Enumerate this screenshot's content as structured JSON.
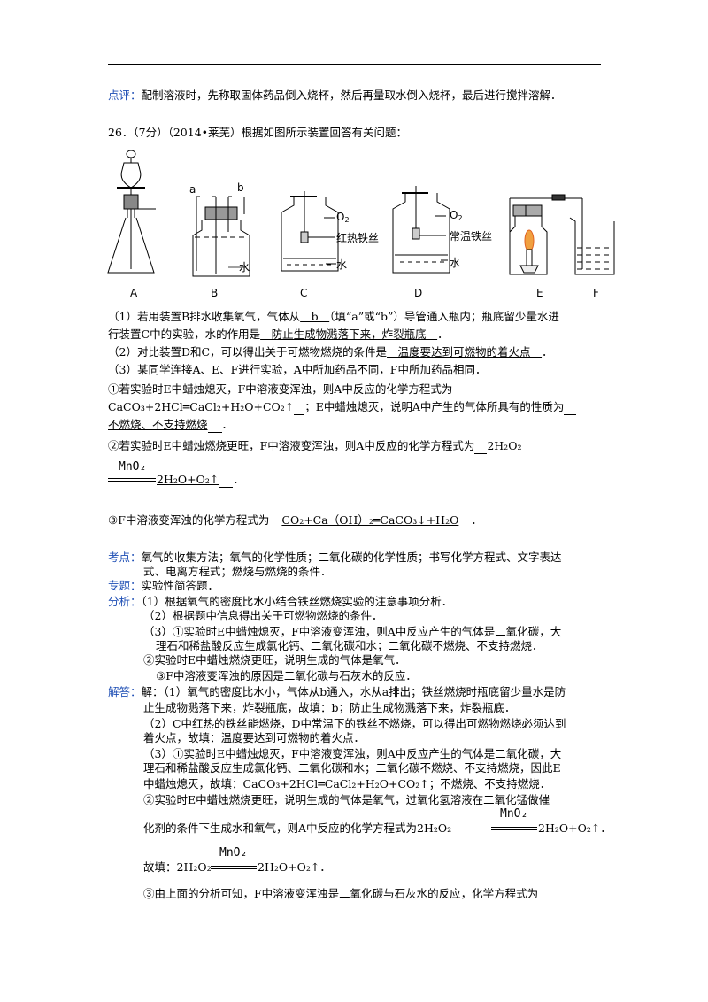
{
  "review": {
    "label": "点评：",
    "text": "配制溶液时，先称取固体药品倒入烧杯，然后再量取水倒入烧杯，最后进行搅拌溶解．"
  },
  "question": {
    "title": "26．（7分）（2014•莱芜）根据如图所示装置回答有关问题："
  },
  "figure": {
    "letters": [
      "A",
      "B",
      "C",
      "D",
      "E",
      "F"
    ],
    "b_tube_a": "a",
    "b_tube_b": "b",
    "b_water": "水",
    "c_o2": "O",
    "c_o2_sub": "2",
    "c_wire": "红热铁丝",
    "c_water": "水",
    "d_o2": "O",
    "d_o2_sub": "2",
    "d_wire": "常温铁丝",
    "d_water": "水"
  },
  "q1": {
    "p1": "（1）若用装置B排水收集氧气，气体从",
    "a1": "　b　",
    "p2": "（填“a”或“b”）导管通入瓶内；瓶底留少量水进",
    "p3": "行装置C中的实验，水的作用是",
    "a2": "　防止生成物溅落下来，炸裂瓶底　",
    "p4": "．"
  },
  "q2": {
    "p1": "（2）对比装置D和C，可以得出关于可燃物燃烧的条件是",
    "a1": "　温度要达到可燃物的着火点　",
    "p2": "．"
  },
  "q3": {
    "intro": "（3）某同学连接A、E、F进行实验，A中所加药品不同，F中所加药品相同．",
    "s1_p1": "①若实验时E中蜡烛熄灭，F中溶液变浑浊，则A中反应的化学方程式为",
    "s1_eq": "CaCO₃+2HCl═CaCl₂+H₂O+CO₂↑",
    "s1_p2": "；E中蜡烛熄灭，说明A中产生的气体所具有的性质为",
    "s1_a2": "不燃烧、不支持燃烧",
    "s1_p3": "．",
    "s2_p1": "②若实验时E中蜡烛燃烧更旺，F中溶液变浑浊，则A中反应的化学方程式为",
    "s2_eq_left": "2H₂O₂",
    "catalyst": "MnO₂",
    "s2_eq_right": "2H₂O+O₂↑",
    "s2_end": "．",
    "s3_p1": "③F中溶液变浑浊的化学方程式为",
    "s3_eq": "CO₂+Ca（OH）₂═CaCO₃↓+H₂O",
    "s3_end": "．"
  },
  "kaodian": {
    "label": "考点：",
    "line1": "氧气的收集方法；氧气的化学性质；二氧化碳的化学性质；书写化学方程式、文字表达",
    "line2": "式、电离方程式；燃烧与燃烧的条件．"
  },
  "zhuanti": {
    "label": "专题：",
    "text": "实验性简答题．"
  },
  "fenxi": {
    "label": "分析：",
    "lines": [
      "（1）根据氧气的密度比水小结合铁丝燃烧实验的注意事项分析．",
      "（2）根据题中信息得出关于可燃物燃烧的条件．",
      "（3）①实验时E中蜡烛熄灭，F中溶液变浑浊，则A中反应产生的气体是二氧化碳，大",
      "理石和稀盐酸反应生成氯化钙、二氧化碳和水；二氧化碳不燃烧、不支持燃烧．",
      "②实验时E中蜡烛燃烧更旺，说明生成的气体是氧气．",
      "③F中溶液变浑浊的原因是二氧化碳与石灰水的反应．"
    ]
  },
  "jieda": {
    "label": "解答：",
    "lines": [
      "解：（1）氧气的密度比水小，气体从b通入，水从a排出；铁丝燃烧时瓶底留少量水是防",
      "止生成物溅落下来，炸裂瓶底，故填：b；防止生成物溅落下来，炸裂瓶底．",
      "（2）C中红热的铁丝能燃烧，D中常温下的铁丝不燃烧，可以得出可燃物燃烧必须达到",
      "着火点，故填：温度要达到可燃物的着火点．",
      "（3）①实验时E中蜡烛熄灭，F中溶液变浑浊，则A中反应产生的气体是二氧化碳，大",
      "理石和稀盐酸反应生成氯化钙、二氧化碳和水；二氧化碳不燃烧、不支持燃烧，因此E",
      "中蜡烛熄灭，故填：CaCO₃+2HCl═CaCl₂+H₂O+CO₂↑；不燃烧、不支持燃烧．",
      "②实验时E中蜡烛燃烧更旺，说明生成的气体是氧气，过氧化氢溶液在二氧化锰做催",
      "化剂的条件下生成水和氧气，则A中反应的化学方程式为"
    ],
    "eq_left": "2H₂O₂",
    "catalyst": "MnO₂",
    "eq_right": "2H₂O+O₂↑．",
    "fill_prefix": "故填：",
    "fill_left": "2H₂O₂",
    "fill_right": "2H₂O+O₂↑．",
    "last": "③由上面的分析可知，F中溶液变浑浊是二氧化碳与石灰水的反应，化学方程式为"
  }
}
